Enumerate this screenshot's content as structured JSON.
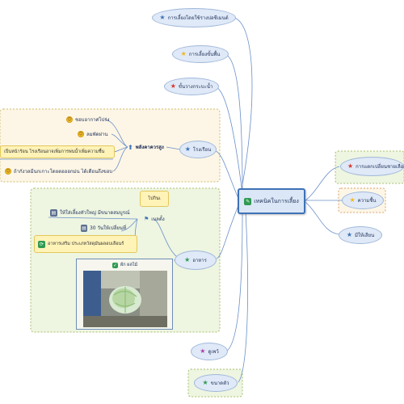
{
  "central": {
    "label": "เทคนิคในการเลี้ยง",
    "icon": "pencil-icon",
    "color": "#3f72b7"
  },
  "branches": {
    "intro": {
      "label": "การเลี้ยงโดยใช้รางบ่อซีเมนต์",
      "icon": "star-icon",
      "icon_color": "#3f72b7"
    },
    "basic": {
      "label": "การเลี้ยงขั้นพื้น",
      "icon": "star-icon",
      "icon_color": "#f2b81a"
    },
    "stage": {
      "label": "ขั้นวางกระบะน้ำ",
      "icon": "star-icon",
      "icon_color": "#d9342b"
    },
    "house": {
      "label": "โรงเรือน",
      "icon": "star-icon",
      "icon_color": "#3f72b7",
      "sub": {
        "label": "พลังคาควรสูง",
        "icon": "arrow-up-icon"
      },
      "items": [
        {
          "text": "ชอบอากาศโปร่ง",
          "icon": "smile-icon"
        },
        {
          "text": "ลมพัดผ่าน",
          "icon": "smile-icon"
        },
        {
          "text": "เป็นหน้าร้อน โรงเรือนอาจเพิ่มการพ่นน้ำเพิ่มความชื้น",
          "icon": ""
        },
        {
          "text": "ถ้ากังวลมีนกเกาะโดยตอออกม่น ได้เตือนถึงขอบ",
          "icon": "smile-icon"
        }
      ]
    },
    "food": {
      "label": "อาหาร",
      "icon": "star-icon",
      "icon_color": "#2f9a52",
      "sub": {
        "label": "เบลตั้ง",
        "icon": "flag-icon"
      },
      "note": "ไปกินเ",
      "items": [
        {
          "text": "ให้ใส่เลี้ยงหัวใหญ่ มีขนาดสมบูรณ์",
          "icon": "chart-icon"
        },
        {
          "text": "30 วันให้เปลี่ยนที่",
          "icon": "chart-icon"
        },
        {
          "text": "อาหารเสริม ประเภทวัสดุมันผลอบเลือนร์",
          "icon": "refresh-icon"
        }
      ],
      "image_caption": "ผัก ผลไม้"
    },
    "compare": {
      "label": "การแตกเปลี่ยนชายเลือก",
      "icon": "star-icon",
      "icon_color": "#d9342b"
    },
    "humidity": {
      "label": "ความชื้น",
      "icon": "star-icon",
      "icon_color": "#f2b81a"
    },
    "disease": {
      "label": "มีให้เสียน",
      "icon": "star-icon",
      "icon_color": "#3f72b7"
    },
    "sex": {
      "label": "ดูเพว้",
      "icon": "star-icon",
      "icon_color": "#b03fa8"
    },
    "size": {
      "label": "ขนาดตัว",
      "icon": "star-icon",
      "icon_color": "#2f9a52"
    }
  },
  "colors": {
    "line": "#6a8fc9",
    "group_fill_yellow": "#fdf6e6",
    "group_fill_green": "#eef5e1"
  }
}
